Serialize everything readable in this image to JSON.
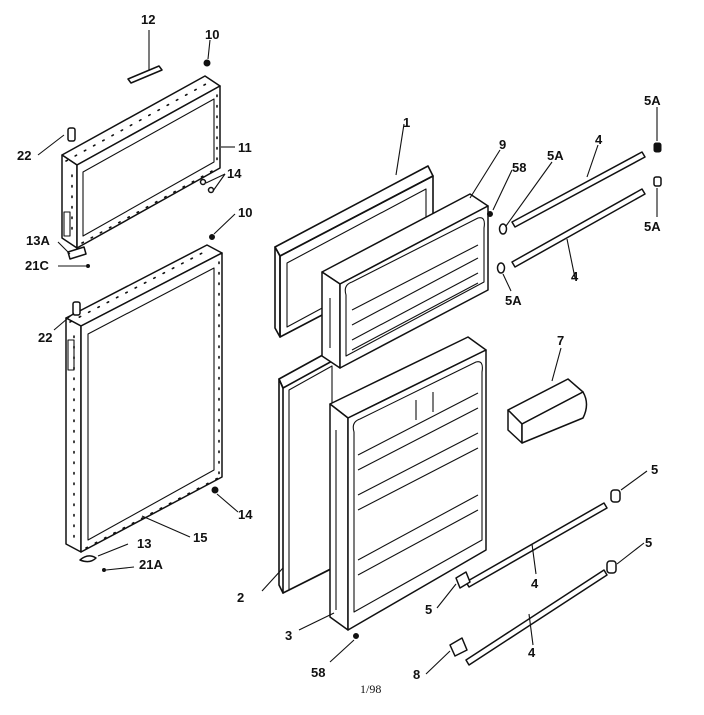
{
  "callouts": {
    "c12": "12",
    "c10_top": "10",
    "c11": "11",
    "c22_top": "22",
    "c14_top": "14",
    "c13A": "13A",
    "c21C": "21C",
    "c10_mid": "10",
    "c22_mid": "22",
    "c14_bottom": "14",
    "c15": "15",
    "c13": "13",
    "c21A": "21A",
    "c1": "1",
    "c9": "9",
    "c58_top": "58",
    "c5A_a": "5A",
    "c4_top": "4",
    "c5A_b": "5A",
    "c5A_c": "5A",
    "c4_mid": "4",
    "c5A_d": "5A",
    "c7": "7",
    "c5_a": "5",
    "c4_lowmid": "4",
    "c5_b": "5",
    "c5_c": "5",
    "c2": "2",
    "c3": "3",
    "c4_bottom": "4",
    "c58_bottom": "58",
    "c8": "8"
  },
  "footer": {
    "date_code": "1/98"
  }
}
